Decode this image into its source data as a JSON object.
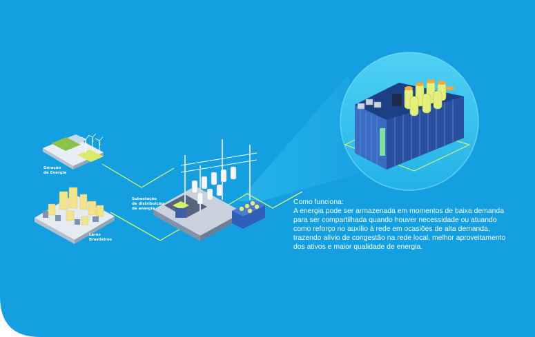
{
  "colors": {
    "background": "#149fe0",
    "connector_line": "#d6f26a",
    "zoom_circle": "#35c3ee",
    "battery_blue": "#2f5fb8",
    "battery_cell": "#e3f07c"
  },
  "labels": {
    "generation": [
      "Geração",
      "de Energia"
    ],
    "homes": [
      "Lares",
      "Brasileiros"
    ],
    "substation": [
      "Subestação",
      "de distribuição",
      "de energia"
    ]
  },
  "explanation": {
    "heading": "Como funciona:",
    "lines": [
      "A energia pode ser armazenada em momentos de baixa demanda",
      "para ser compartilhada quando houver necessidade ou atuando",
      "como reforço no auxílio à rede em ocasiões de alta demanda,",
      "trazendo alívio de congestão na rede local, melhor aproveitamento",
      "dos ativos e maior qualidade de energia."
    ]
  }
}
